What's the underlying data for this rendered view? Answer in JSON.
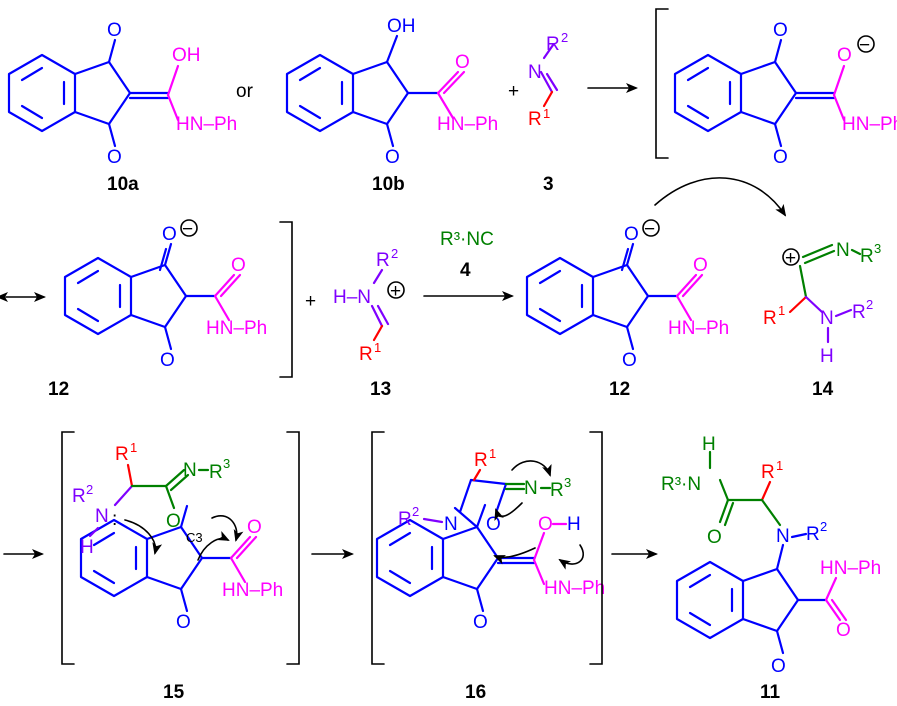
{
  "compounds": {
    "c10a": "10a",
    "c10b": "10b",
    "c3": "3",
    "c12a": "12",
    "c13": "13",
    "c12b": "12",
    "c14": "14",
    "c15": "15",
    "c16": "16",
    "c11": "11"
  },
  "words": {
    "or": "or",
    "plus": "+"
  },
  "atoms": {
    "O": "O",
    "OH": "OH",
    "HNPh": "HN–Ph",
    "NPh": "N–Ph",
    "N": "N",
    "H": "H",
    "HN": "H–N",
    "R": "R",
    "one": "1",
    "two": "2",
    "three": "3",
    "minus": "−",
    "plusc": "+",
    "R3NC": "R³·NC",
    "four": "4",
    "C3": "C3",
    "colon": ":",
    "R3N": "R³·N"
  },
  "colors": {
    "core": "#0000ff",
    "amide": "#ff00ff",
    "r1": "#ff0000",
    "r3": "#008000",
    "r2": "#7f00ff",
    "arrow": "#000000"
  }
}
